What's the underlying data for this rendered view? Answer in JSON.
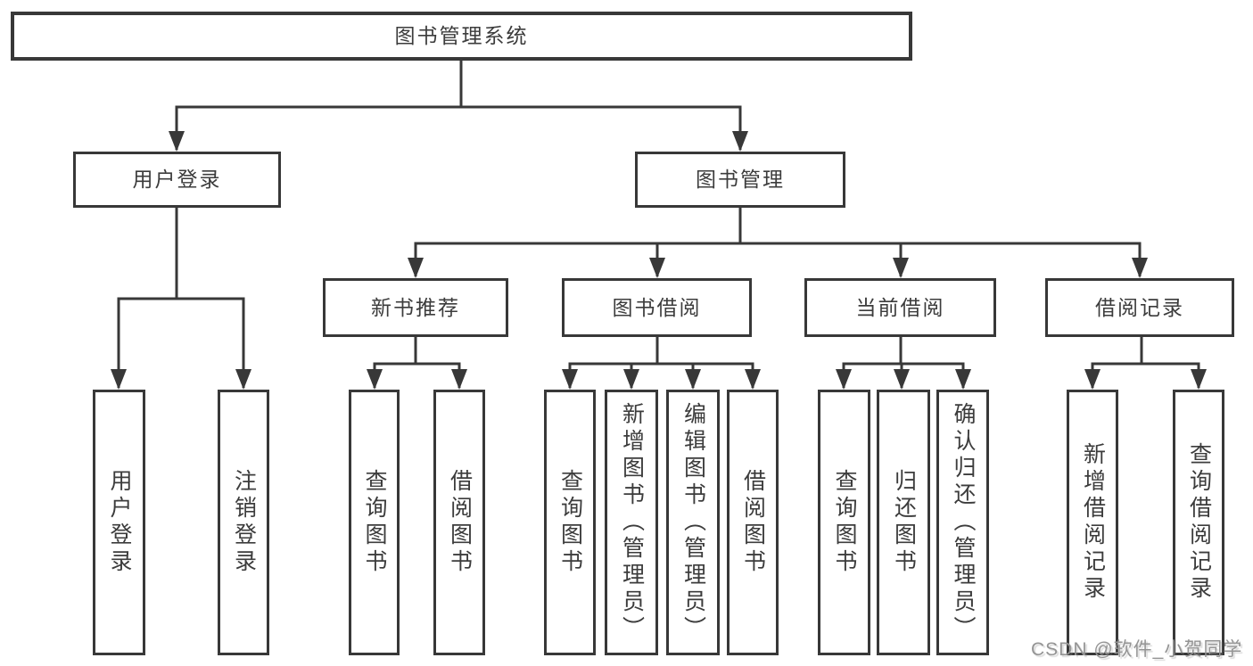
{
  "diagram": {
    "root": "图书管理系统",
    "level2": {
      "user_login": "用户登录",
      "book_mgmt": "图书管理"
    },
    "level3": {
      "new_book_rec": "新书推荐",
      "book_borrow": "图书借阅",
      "current_borrow": "当前借阅",
      "borrow_records": "借阅记录"
    },
    "leaves": {
      "user_login": "用户登录",
      "logout": "注销登录",
      "query_books_a": "查询图书",
      "borrow_books_a": "借阅图书",
      "query_books_b": "查询图书",
      "add_books": "新增图书（管理员）",
      "edit_books": "编辑图书（管理员）",
      "borrow_books_b": "借阅图书",
      "query_books_c": "查询图书",
      "return_books": "归还图书",
      "confirm_return": "确认归还（管理员）",
      "add_record": "新增借阅记录",
      "query_record": "查询借阅记录"
    }
  },
  "watermark": {
    "text": "CSDN @软件_小贺同学"
  },
  "colors": {
    "line": "#383838",
    "text": "#3c3c3c",
    "background": "#ffffff",
    "watermark": "#949494"
  }
}
